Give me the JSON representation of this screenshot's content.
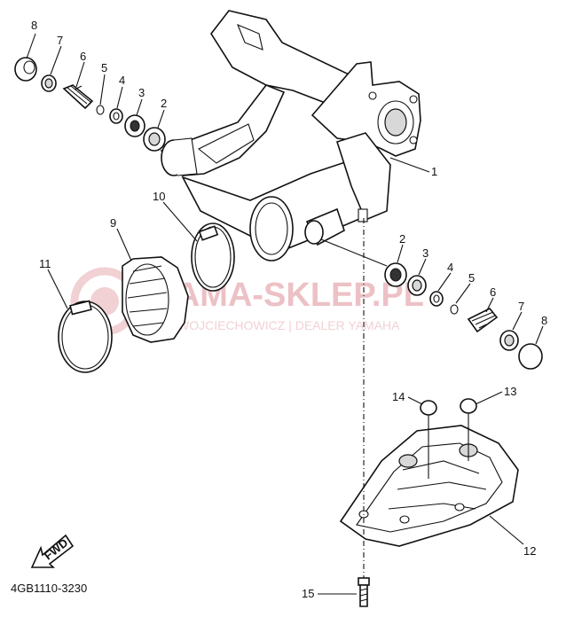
{
  "diagram": {
    "callouts": [
      {
        "id": "c8a",
        "text": "8"
      },
      {
        "id": "c7a",
        "text": "7"
      },
      {
        "id": "c6a",
        "text": "6"
      },
      {
        "id": "c5a",
        "text": "5"
      },
      {
        "id": "c4a",
        "text": "4"
      },
      {
        "id": "c3a",
        "text": "3"
      },
      {
        "id": "c2a",
        "text": "2"
      },
      {
        "id": "c1",
        "text": "1"
      },
      {
        "id": "c10",
        "text": "10"
      },
      {
        "id": "c9",
        "text": "9"
      },
      {
        "id": "c11",
        "text": "11"
      },
      {
        "id": "c2b",
        "text": "2"
      },
      {
        "id": "c3b",
        "text": "3"
      },
      {
        "id": "c4b",
        "text": "4"
      },
      {
        "id": "c5b",
        "text": "5"
      },
      {
        "id": "c6b",
        "text": "6"
      },
      {
        "id": "c7b",
        "text": "7"
      },
      {
        "id": "c8b",
        "text": "8"
      },
      {
        "id": "c14",
        "text": "14"
      },
      {
        "id": "c13",
        "text": "13"
      },
      {
        "id": "c12",
        "text": "12"
      },
      {
        "id": "c15",
        "text": "15"
      }
    ],
    "fwd_label": "FWD",
    "part_number": "4GB1110-3230"
  },
  "watermark": {
    "brand": "YAMA-SKLEP.PL",
    "sub": "WOJCIECHOWICZ | DEALER YAMAHA",
    "color": "#e9b7bd"
  }
}
